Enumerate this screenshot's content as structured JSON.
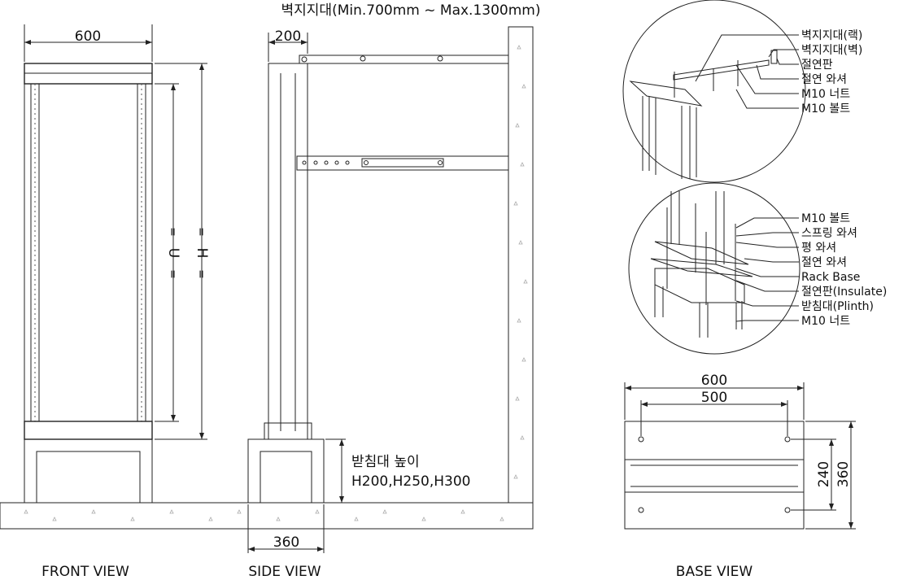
{
  "title": "벽지지대(Min.700mm ~ Max.1300mm)",
  "front_view": {
    "label": "FRONT VIEW",
    "width_dim": "600",
    "u_dim": "U",
    "h_dim": "H",
    "eq": "="
  },
  "side_view": {
    "label": "SIDE VIEW",
    "depth_dim": "200",
    "plinth_dim": "360",
    "plinth_height_label": "받침대 높이",
    "plinth_heights": "H200,H250,H300"
  },
  "base_view": {
    "label": "BASE VIEW",
    "outer_width": "600",
    "inner_width": "500",
    "inner_depth": "240",
    "outer_depth": "360"
  },
  "detail_top": {
    "callouts": [
      "벽지지대(랙)",
      "벽지지대(벽)",
      "절연판",
      "절연 와셔",
      "M10 너트",
      "M10 볼트"
    ]
  },
  "detail_bottom": {
    "callouts": [
      "M10 볼트",
      "스프링 와셔",
      "평 와셔",
      "절연 와셔",
      "Rack Base",
      "절연판(Insulate)",
      "받침대(Plinth)",
      "M10 너트"
    ]
  }
}
